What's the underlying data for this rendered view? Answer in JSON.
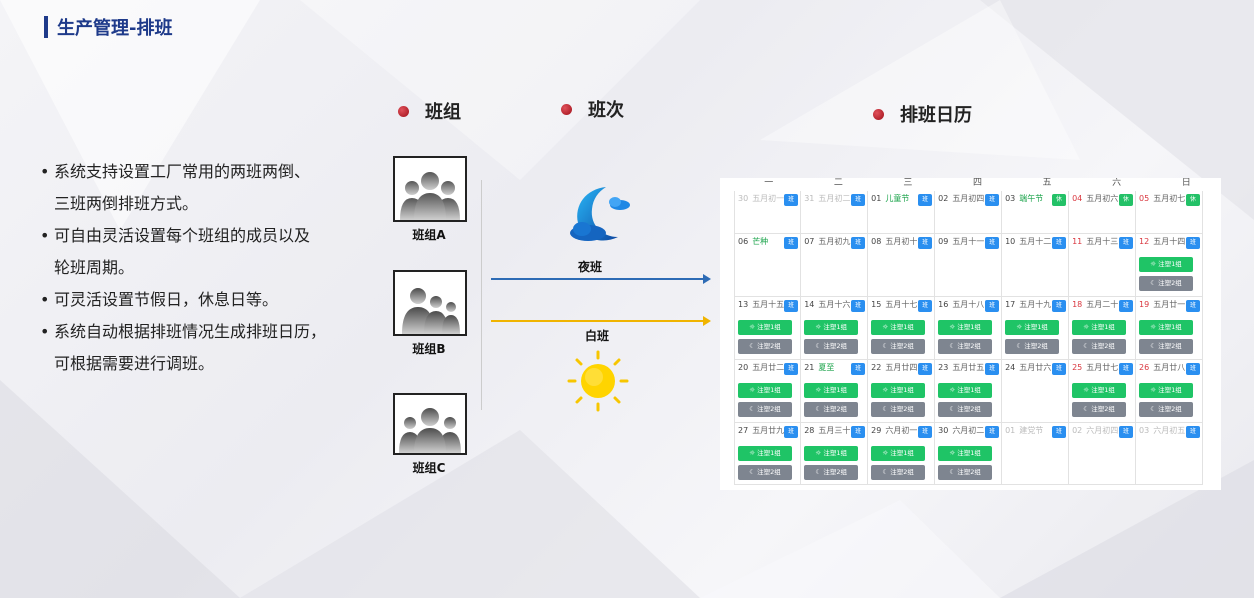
{
  "header": {
    "title": "生产管理-排班"
  },
  "sections": {
    "teams": "班组",
    "shifts": "班次",
    "calendar": "排班日历"
  },
  "bullets": [
    "系统支持设置工厂常用的两班两倒、",
    "三班两倒排班方式。",
    "可自由灵活设置每个班组的成员以及",
    "轮班周期。",
    "可灵活设置节假日，休息日等。",
    "系统自动根据排班情况生成排班日历，",
    "可根据需要进行调班。"
  ],
  "teams": [
    {
      "label": "班组A"
    },
    {
      "label": "班组B"
    },
    {
      "label": "班组C"
    }
  ],
  "shifts": {
    "night": "夜班",
    "day": "白班"
  },
  "colors": {
    "title": "#1e3a8a",
    "dot": "#c0202b",
    "night_arrow": "#2d6bb5",
    "day_arrow": "#f0b400",
    "work_tag": "#2a8ff0",
    "rest_tag": "#23c167",
    "shift1": "#1fc466",
    "shift2": "#7e8590"
  },
  "calendar": {
    "weekdays": [
      "一",
      "二",
      "三",
      "四",
      "五",
      "六",
      "日"
    ],
    "shift1_label": "☼ 注塑1组",
    "shift2_label": "☾ 注塑2组",
    "work_tag": "班",
    "rest_tag": "休",
    "weeks": [
      [
        {
          "d": "30",
          "l": "五月初一",
          "t": "班",
          "m": 1
        },
        {
          "d": "31",
          "l": "五月初二",
          "t": "班",
          "m": 1
        },
        {
          "d": "01",
          "l": "儿童节",
          "t": "班",
          "fest": 1
        },
        {
          "d": "02",
          "l": "五月初四",
          "t": "班"
        },
        {
          "d": "03",
          "l": "端午节",
          "t": "休",
          "fest": 1
        },
        {
          "d": "04",
          "l": "五月初六",
          "t": "休",
          "red": 1
        },
        {
          "d": "05",
          "l": "五月初七",
          "t": "休",
          "red": 1
        }
      ],
      [
        {
          "d": "06",
          "l": "芒种",
          "t": "班",
          "fest": 1
        },
        {
          "d": "07",
          "l": "五月初九",
          "t": "班"
        },
        {
          "d": "08",
          "l": "五月初十",
          "t": "班"
        },
        {
          "d": "09",
          "l": "五月十一",
          "t": "班"
        },
        {
          "d": "10",
          "l": "五月十二",
          "t": "班"
        },
        {
          "d": "11",
          "l": "五月十三",
          "t": "班",
          "red": 1
        },
        {
          "d": "12",
          "l": "五月十四",
          "t": "班",
          "red": 1,
          "s": 2
        }
      ],
      [
        {
          "d": "13",
          "l": "五月十五",
          "t": "班",
          "s": 2
        },
        {
          "d": "14",
          "l": "五月十六",
          "t": "班",
          "s": 2
        },
        {
          "d": "15",
          "l": "五月十七",
          "t": "班",
          "s": 2
        },
        {
          "d": "16",
          "l": "五月十八",
          "t": "班",
          "s": 2
        },
        {
          "d": "17",
          "l": "五月十九",
          "t": "班",
          "s": 2
        },
        {
          "d": "18",
          "l": "五月二十",
          "t": "班",
          "red": 1,
          "s": 2
        },
        {
          "d": "19",
          "l": "五月廿一",
          "t": "班",
          "red": 1,
          "s": 2
        }
      ],
      [
        {
          "d": "20",
          "l": "五月廿二",
          "t": "班",
          "s": 2
        },
        {
          "d": "21",
          "l": "夏至",
          "t": "班",
          "fest": 1,
          "s": 2
        },
        {
          "d": "22",
          "l": "五月廿四",
          "t": "班",
          "s": 2
        },
        {
          "d": "23",
          "l": "五月廿五",
          "t": "班",
          "s": 2
        },
        {
          "d": "24",
          "l": "五月廿六",
          "t": "班"
        },
        {
          "d": "25",
          "l": "五月廿七",
          "t": "班",
          "red": 1,
          "s": 2
        },
        {
          "d": "26",
          "l": "五月廿八",
          "t": "班",
          "red": 1,
          "s": 2
        }
      ],
      [
        {
          "d": "27",
          "l": "五月廿九",
          "t": "班",
          "s": 2
        },
        {
          "d": "28",
          "l": "五月三十",
          "t": "班",
          "s": 2
        },
        {
          "d": "29",
          "l": "六月初一",
          "t": "班",
          "s": 2
        },
        {
          "d": "30",
          "l": "六月初二",
          "t": "班",
          "s": 2
        },
        {
          "d": "01",
          "l": "建党节",
          "t": "班",
          "m": 1
        },
        {
          "d": "02",
          "l": "六月初四",
          "t": "班",
          "m": 1
        },
        {
          "d": "03",
          "l": "六月初五",
          "t": "班",
          "m": 1
        }
      ]
    ]
  }
}
